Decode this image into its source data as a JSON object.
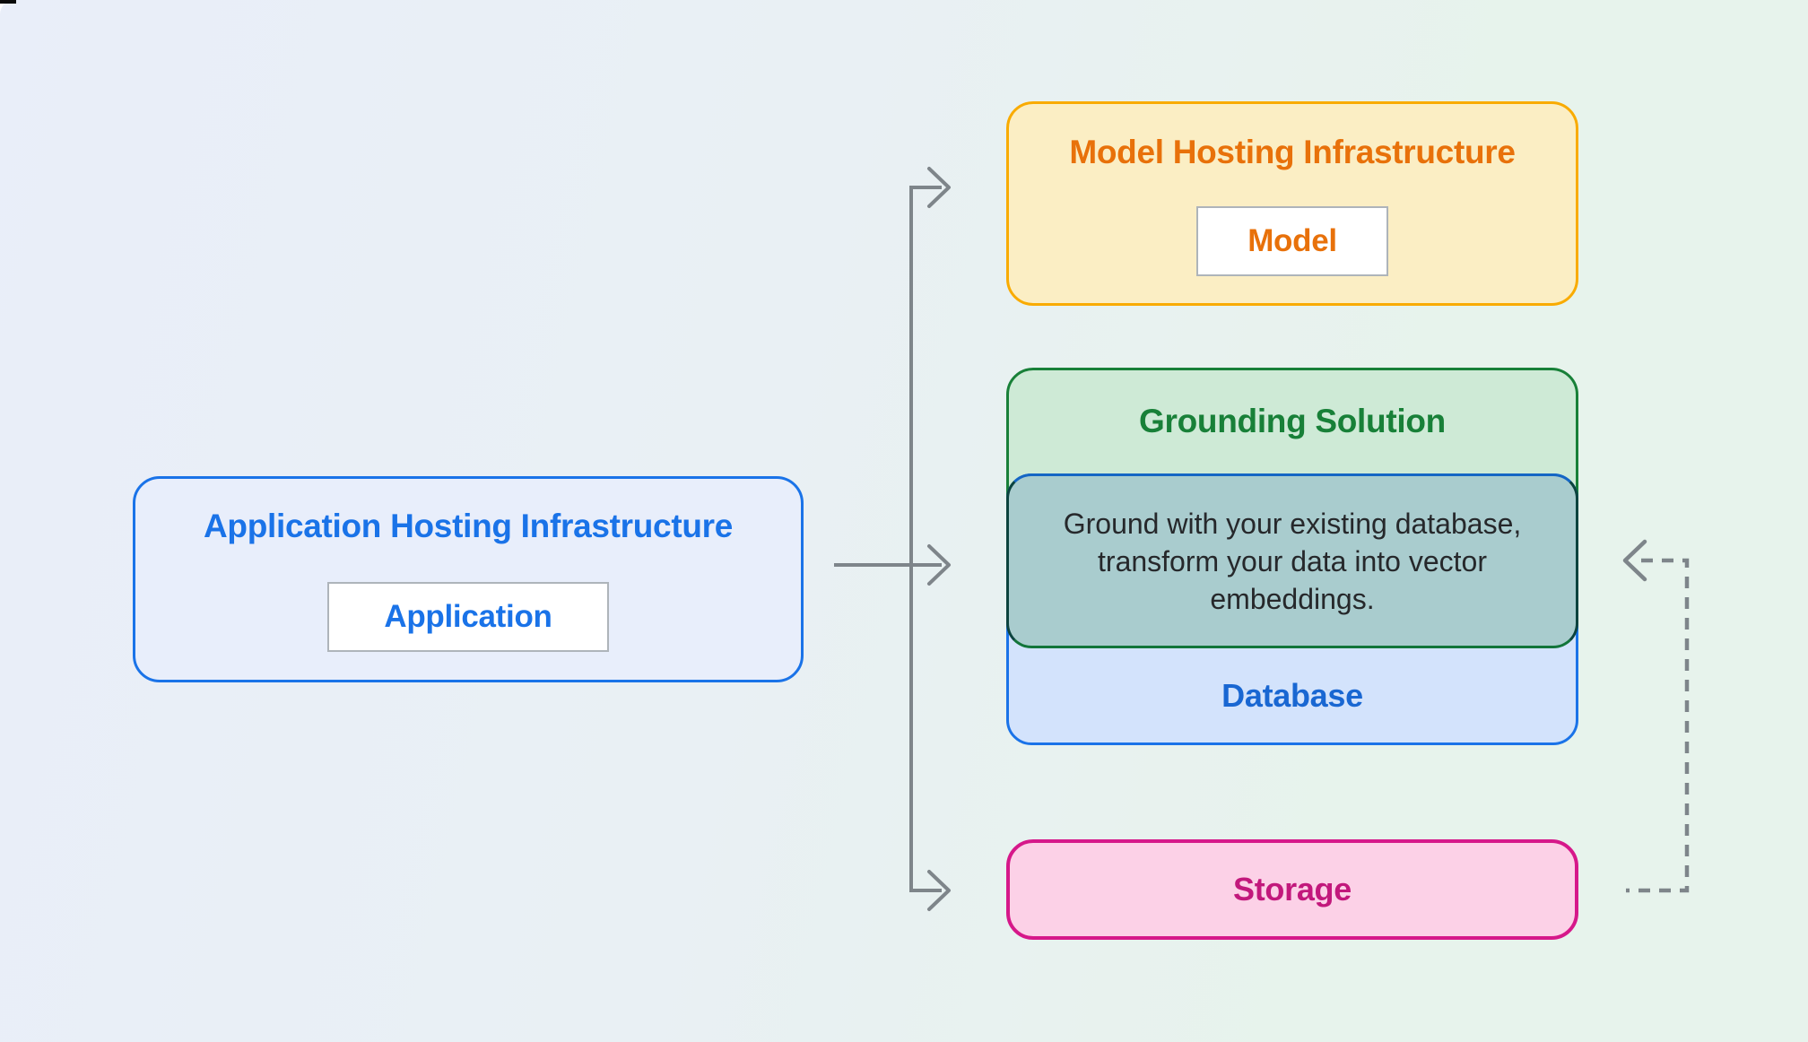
{
  "page": {
    "background_left_color": "#E9EEF9",
    "background_right_color": "#E7F3EC"
  },
  "application_hosting": {
    "title": "Application Hosting Infrastructure",
    "chip_label": "Application",
    "border_color": "#1A73E8",
    "fill_color": "#E8EEFB",
    "text_color": "#1A73E8"
  },
  "model_hosting": {
    "title": "Model Hosting Infrastructure",
    "chip_label": "Model",
    "border_color": "#F9AB00",
    "fill_color": "#FBEEC4",
    "text_color": "#E8710A"
  },
  "grounding_solution": {
    "title": "Grounding Solution",
    "border_color": "#188038",
    "fill_color": "#CEEAD6",
    "text_color": "#188038"
  },
  "embedding_note": {
    "text": "Ground with your existing database, transform your data into vector embeddings.",
    "fill_color": "#A9CCCE",
    "text_color": "#26282B"
  },
  "database": {
    "label": "Database",
    "border_color": "#1A73E8",
    "fill_color": "#D3E3FC",
    "text_color": "#1967D2"
  },
  "storage": {
    "label": "Storage",
    "border_color": "#D6188A",
    "fill_color": "#FCD1E7",
    "text_color": "#C2187C"
  },
  "connectors": {
    "solid_arrow_color": "#7E858A",
    "dashed_arrow_color": "#7E858A"
  }
}
